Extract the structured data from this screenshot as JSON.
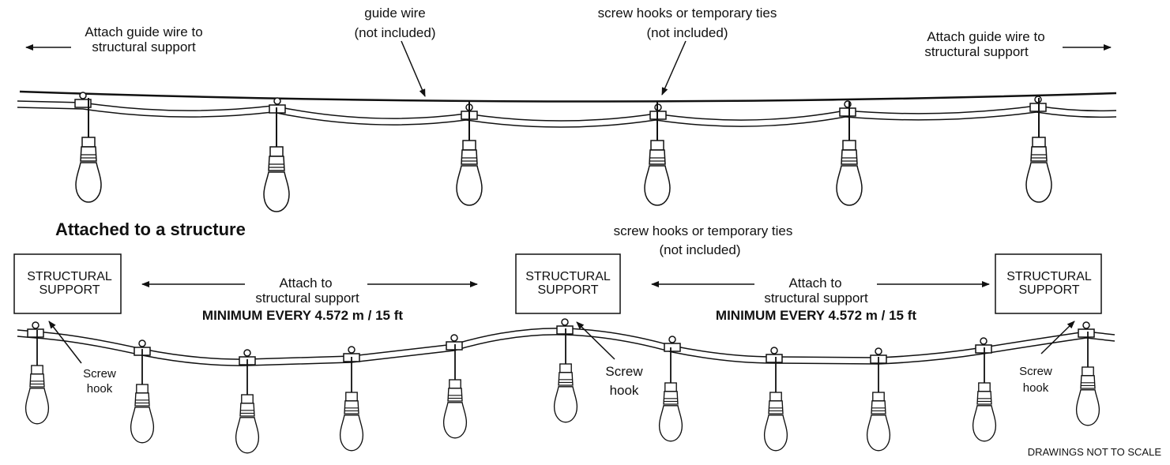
{
  "top": {
    "attach_left": [
      "Attach guide wire to",
      "structural support"
    ],
    "attach_right": [
      "Attach guide wire to",
      "structural support"
    ],
    "guide_wire": [
      "guide wire",
      "(not included)"
    ],
    "hooks_ties": [
      "screw hooks or temporary ties",
      "(not included)"
    ]
  },
  "bottom": {
    "heading": "Attached to a structure",
    "hooks_ties": [
      "screw hooks or temporary ties",
      "(not included)"
    ],
    "support_label": [
      "STRUCTURAL",
      "SUPPORT"
    ],
    "attach": [
      "Attach to",
      "structural support"
    ],
    "minimum": "MINIMUM EVERY 4.572 m / 15 ft",
    "screw_hook": [
      "Screw",
      "hook"
    ]
  },
  "footer": "DRAWINGS NOT TO SCALE"
}
